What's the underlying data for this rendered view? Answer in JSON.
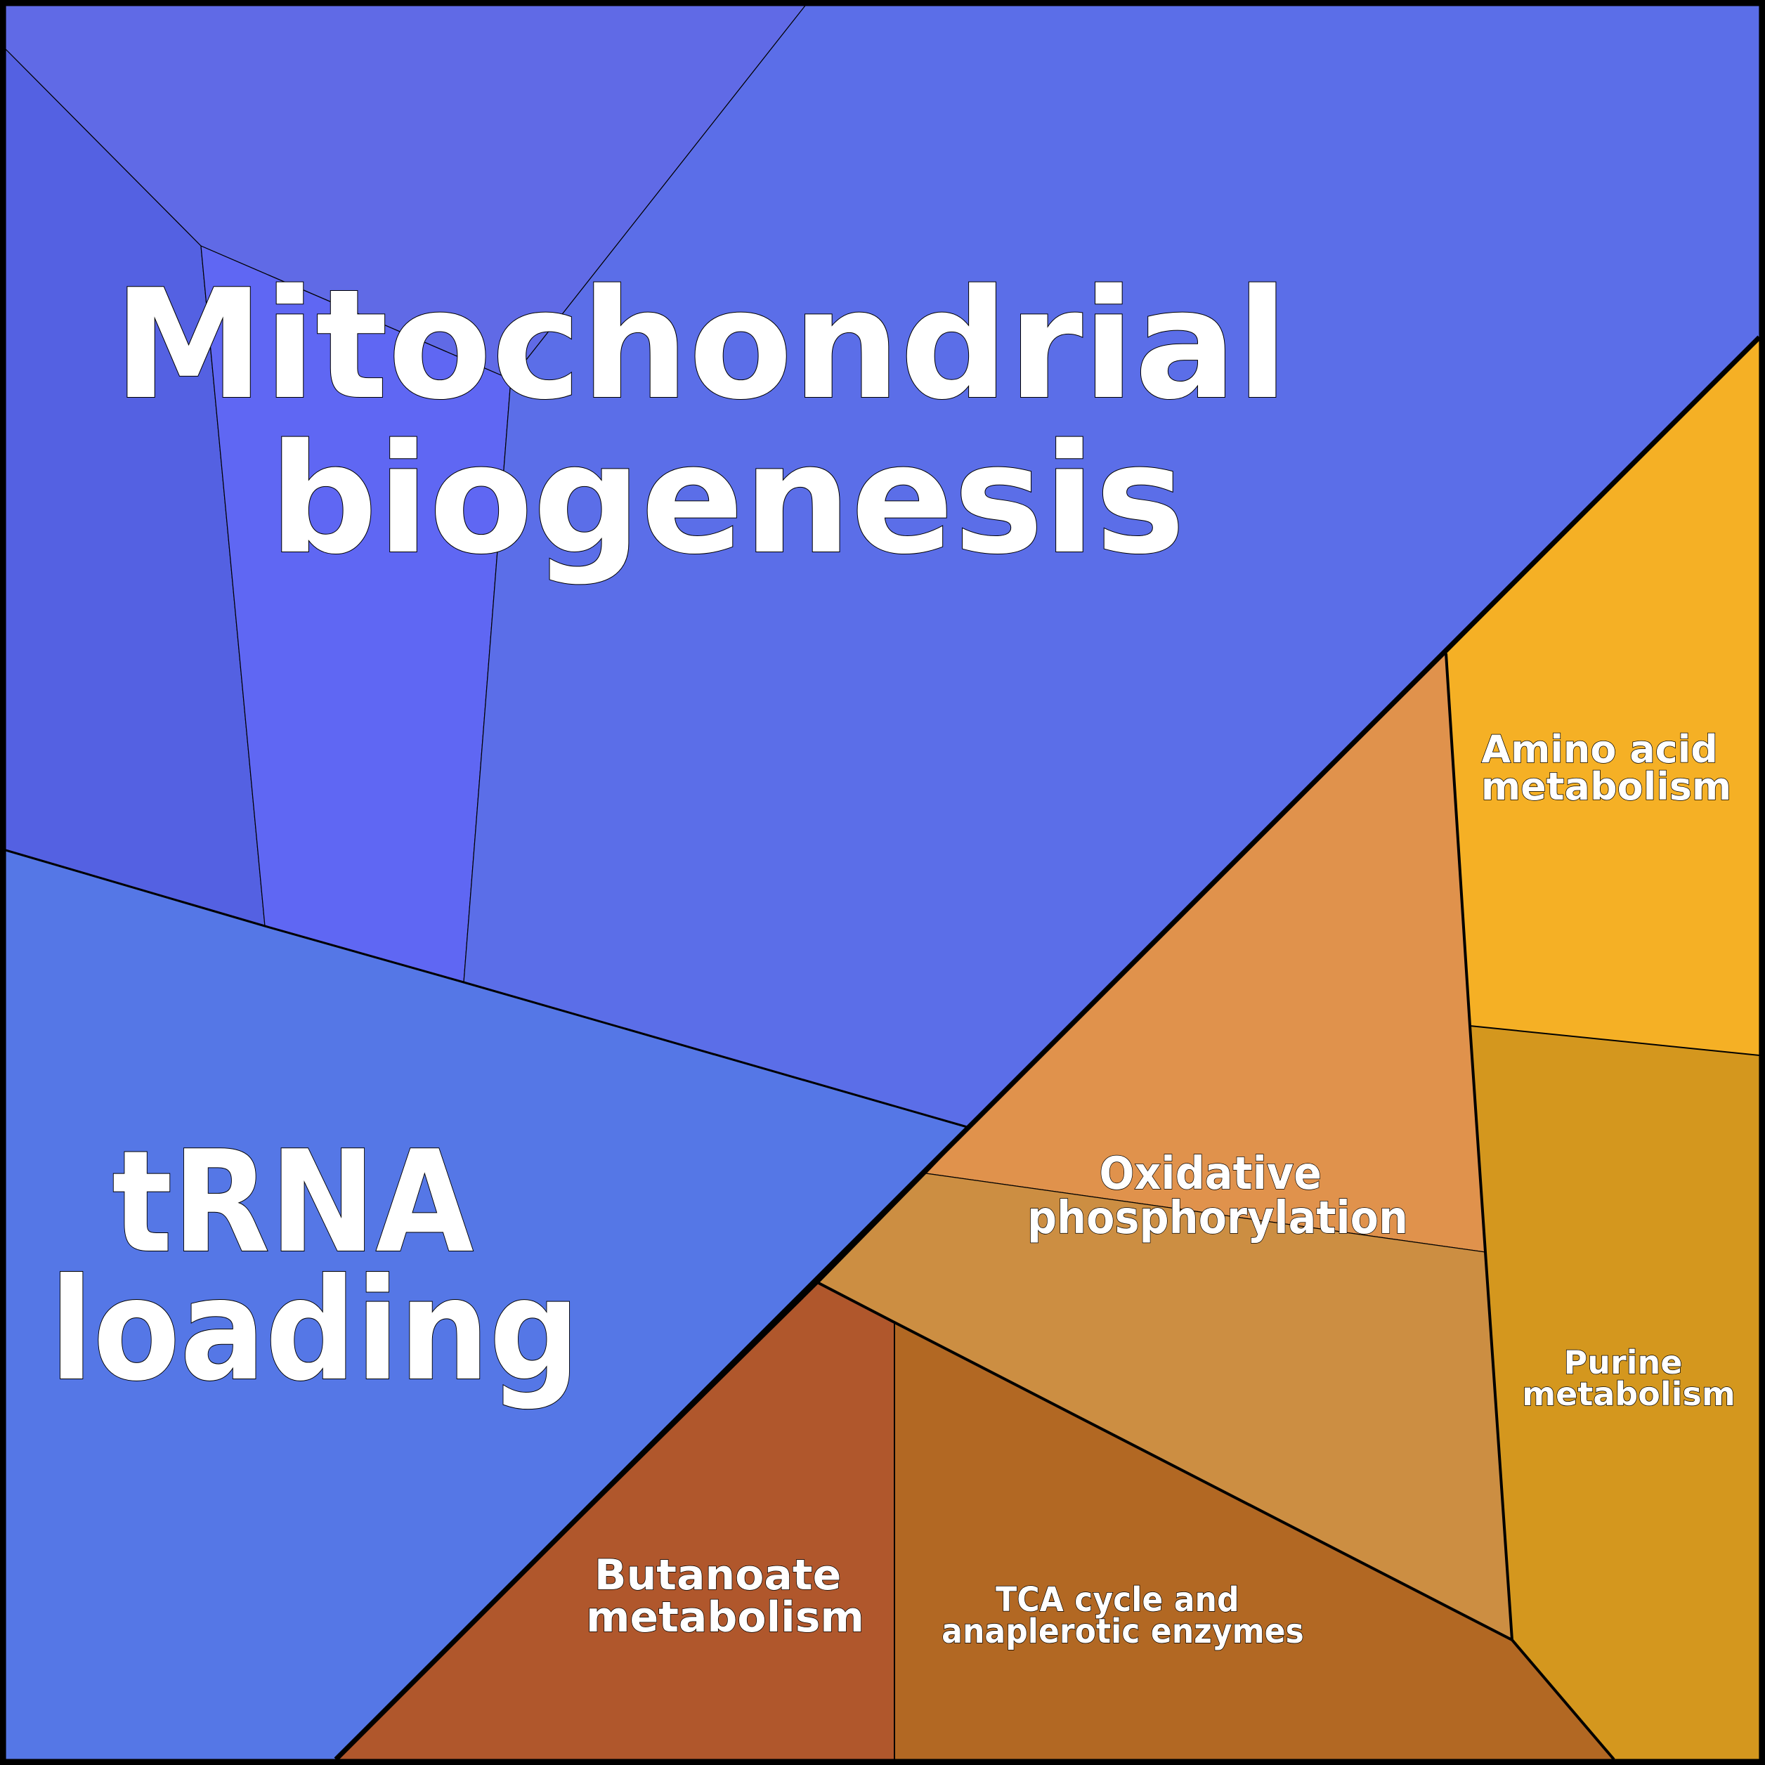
{
  "diagram": {
    "type": "voronoi-treemap",
    "groups": [
      {
        "name": "Mitochondrial biogenesis",
        "label_lines": [
          "Mitochondrial",
          "biogenesis"
        ],
        "color": "#5B6EE8",
        "cells": [
          {
            "id": "mito-top",
            "color": "#606AE6"
          },
          {
            "id": "mito-left",
            "color": "#5461E2"
          },
          {
            "id": "mito-middle",
            "color": "#5F67F3"
          },
          {
            "id": "mito-right",
            "color": "#5B6EE8"
          }
        ]
      },
      {
        "name": "tRNA loading",
        "label_lines": [
          "tRNA",
          "loading"
        ],
        "color": "#5577E6",
        "cells": [
          {
            "id": "trna",
            "color": "#5577E6"
          }
        ]
      },
      {
        "name": "Amino acid metabolism",
        "label_lines": [
          "Amino acid",
          "metabolism"
        ],
        "color": "#F5B025",
        "cells": [
          {
            "id": "amino",
            "color": "#F5B025"
          }
        ]
      },
      {
        "name": "Purine metabolism",
        "label_lines": [
          "Purine",
          "metabolism"
        ],
        "color": "#D4971E",
        "cells": [
          {
            "id": "purine",
            "color": "#D4971E"
          }
        ]
      },
      {
        "name": "Oxidative phosphorylation",
        "label_lines": [
          "Oxidative",
          "phosphorylation"
        ],
        "color": "#E0924C",
        "cells": [
          {
            "id": "oxphos-upper",
            "color": "#E0924C"
          },
          {
            "id": "oxphos-lower",
            "color": "#CC8E42"
          }
        ]
      },
      {
        "name": "Butanoate metabolism",
        "label_lines": [
          "Butanoate",
          "metabolism"
        ],
        "color": "#B0572C",
        "cells": [
          {
            "id": "butanoate",
            "color": "#B0572C"
          }
        ]
      },
      {
        "name": "TCA cycle and anaplerotic enzymes",
        "label_lines": [
          "TCA cycle and",
          "anaplerotic enzymes"
        ],
        "color": "#B26823",
        "cells": [
          {
            "id": "tca",
            "color": "#B26823"
          }
        ]
      }
    ],
    "border_color": "#000000",
    "label_color": "#FFFFFF"
  }
}
